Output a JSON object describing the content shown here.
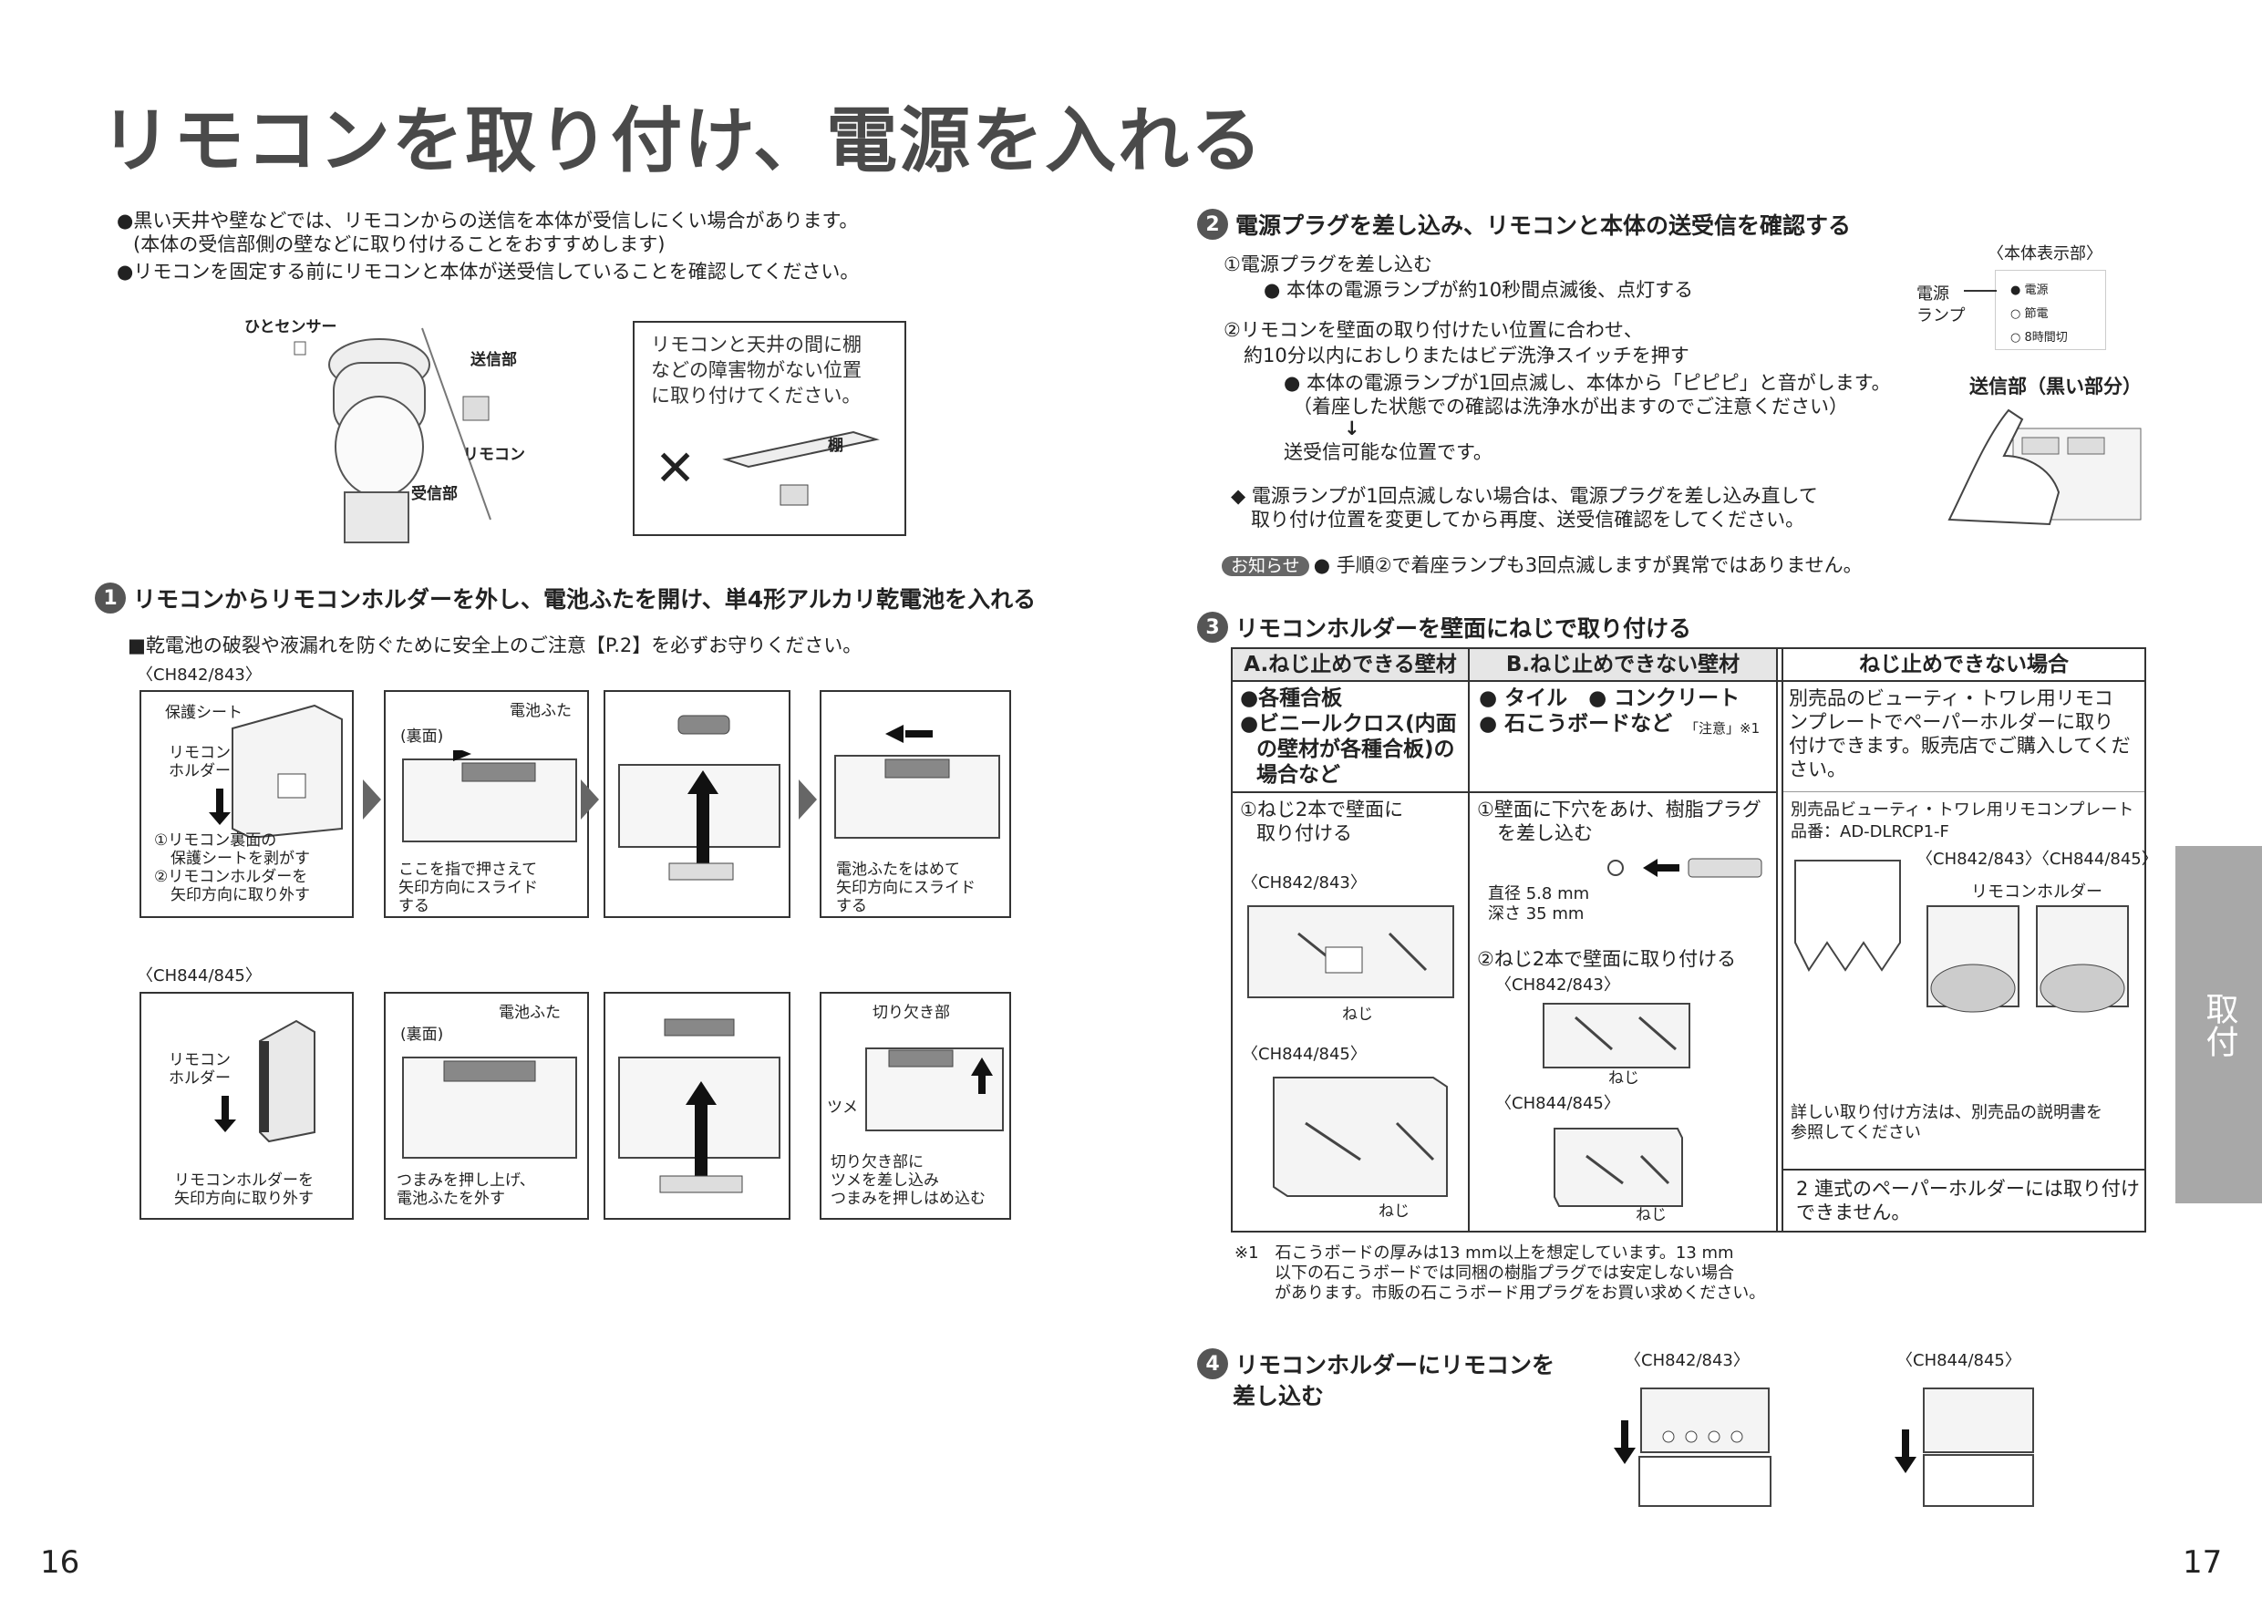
{
  "title": "リモコンを取り付け、電源を入れる",
  "intro": {
    "bullet1_a": "●黒い天井や壁などでは、リモコンからの送信を本体が受信しにくい場合があります。",
    "bullet1_b": "(本体の受信部側の壁などに取り付けることをおすすめします)",
    "bullet2": "●リモコンを固定する前にリモコンと本体が送受信していることを確認してください。"
  },
  "toilet_diagram": {
    "sensor": "ひとセンサー",
    "transmitter": "送信部",
    "remote": "リモコン",
    "receiver": "受信部"
  },
  "shelf_note": {
    "line1": "リモコンと天井の間に棚",
    "line2": "などの障害物がない位置",
    "line3": "に取り付けてください。",
    "shelf_label": "棚"
  },
  "step1": {
    "number": "1",
    "heading": "リモコンからリモコンホルダーを外し、電池ふたを開け、単4形アルカリ乾電池を入れる",
    "caution": "■乾電池の破裂や液漏れを防ぐために安全上のご注意【P.2】を必ずお守りください。",
    "model_a": "〈CH842/843〉",
    "model_b": "〈CH844/845〉",
    "a_panel1": {
      "protect": "保護シート",
      "holder1": "リモコン",
      "holder2": "ホルダー",
      "c1": "①リモコン裏面の",
      "c2": "保護シートを剥がす",
      "c3": "②リモコンホルダーを",
      "c4": "矢印方向に取り外す"
    },
    "a_panel2": {
      "back": "(裏面)",
      "cover": "電池ふた",
      "c1": "ここを指で押さえて",
      "c2": "矢印方向にスライド",
      "c3": "する"
    },
    "a_panel4": {
      "c1": "電池ふたをはめて",
      "c2": "矢印方向にスライド",
      "c3": "する"
    },
    "b_panel1": {
      "holder1": "リモコン",
      "holder2": "ホルダー",
      "c1": "リモコンホルダーを",
      "c2": "矢印方向に取り外す"
    },
    "b_panel2": {
      "back": "(裏面)",
      "cover": "電池ふた",
      "c1": "つまみを押し上げ、",
      "c2": "電池ふたを外す"
    },
    "b_panel4": {
      "notch": "切り欠き部",
      "claw": "ツメ",
      "c1": "切り欠き部に",
      "c2": "ツメを差し込み",
      "c3": "つまみを押しはめ込む"
    }
  },
  "step2": {
    "number": "2",
    "heading": "電源プラグを差し込み、リモコンと本体の送受信を確認する",
    "s1": "①電源プラグを差し込む",
    "s1_note": "● 本体の電源ランプが約10秒間点滅後、点灯する",
    "s2_a": "②リモコンを壁面の取り付けたい位置に合わせ、",
    "s2_b": "約10分以内におしりまたはビデ洗浄スイッチを押す",
    "s2_note1": "● 本体の電源ランプが1回点滅し、本体から「ピピピ」と音がします。",
    "s2_note2": "（着座した状態での確認は洗浄水が出ますのでご注意ください）",
    "arrow": "↓",
    "s2_result": "送受信可能な位置です。",
    "warn1": "◆ 電源ランプが1回点滅しない場合は、電源プラグを差し込み直して",
    "warn2": "取り付け位置を変更してから再度、送受信確認をしてください。",
    "display_title": "〈本体表示部〉",
    "power_lamp1": "電源",
    "power_lamp2": "ランプ",
    "lamp_power": "● 電源",
    "lamp_save": "○ 節電",
    "lamp_8h": "○ 8時間切",
    "transmit_part": "送信部（黒い部分）",
    "notice_badge": "お知らせ",
    "notice_text": "● 手順②で着座ランプも3回点滅しますが異常ではありません。"
  },
  "step3": {
    "number": "3",
    "heading": "リモコンホルダーを壁面にねじで取り付ける",
    "col_a_header": "A.ねじ止めできる壁材",
    "col_b_header": "B.ねじ止めできない壁材",
    "col_c_header": "ねじ止めできない場合",
    "a_items1": "●各種合板",
    "a_items2": "●ビニールクロス(内面",
    "a_items3": "の壁材が各種合板)の",
    "a_items4": "場合など",
    "b_items1": "● タイル　● コンクリート",
    "b_items2": "● 石こうボードなど",
    "b_note": "「注意」※1",
    "c_text1": "別売品のビューティ・トワレ用リモコ",
    "c_text2": "ンプレートでペーパーホルダーに取り",
    "c_text3": "付けできます。販売店でご購入してくだ",
    "c_text4": "さい。",
    "a_step1": "①ねじ2本で壁面に",
    "a_step2": "取り付ける",
    "a_model1": "〈CH842/843〉",
    "a_model2": "〈CH844/845〉",
    "screw": "ねじ",
    "b_step1": "①壁面に下穴をあけ、樹脂プラグ",
    "b_step1b": "を差し込む",
    "b_dia": "直径 5.8 mm",
    "b_depth": "深さ 35 mm",
    "b_step2": "②ねじ2本で壁面に取り付ける",
    "b_model1": "〈CH842/843〉",
    "b_model2": "〈CH844/845〉",
    "c_prod1": "別売品ビューティ・トワレ用リモコンプレート",
    "c_prod2": "品番：AD-DLRCP1-F",
    "c_models": "〈CH842/843〉〈CH844/845〉",
    "c_holder": "リモコンホルダー",
    "c_detail1": "詳しい取り付け方法は、別売品の説明書を",
    "c_detail2": "参照してください",
    "c_footer1": "2 連式のペーパーホルダーには取り付け",
    "c_footer2": "できません。",
    "footnote1": "※1　石こうボードの厚みは13 mm以上を想定しています。13 mm",
    "footnote2": "以下の石こうボードでは同梱の樹脂プラグでは安定しない場合",
    "footnote3": "があります。市販の石こうボード用プラグをお買い求めください。"
  },
  "step4": {
    "number": "4",
    "heading1": "リモコンホルダーにリモコンを",
    "heading2": "差し込む",
    "model1": "〈CH842/843〉",
    "model2": "〈CH844/845〉"
  },
  "side_tab": "取付",
  "page_left": "16",
  "page_right": "17"
}
